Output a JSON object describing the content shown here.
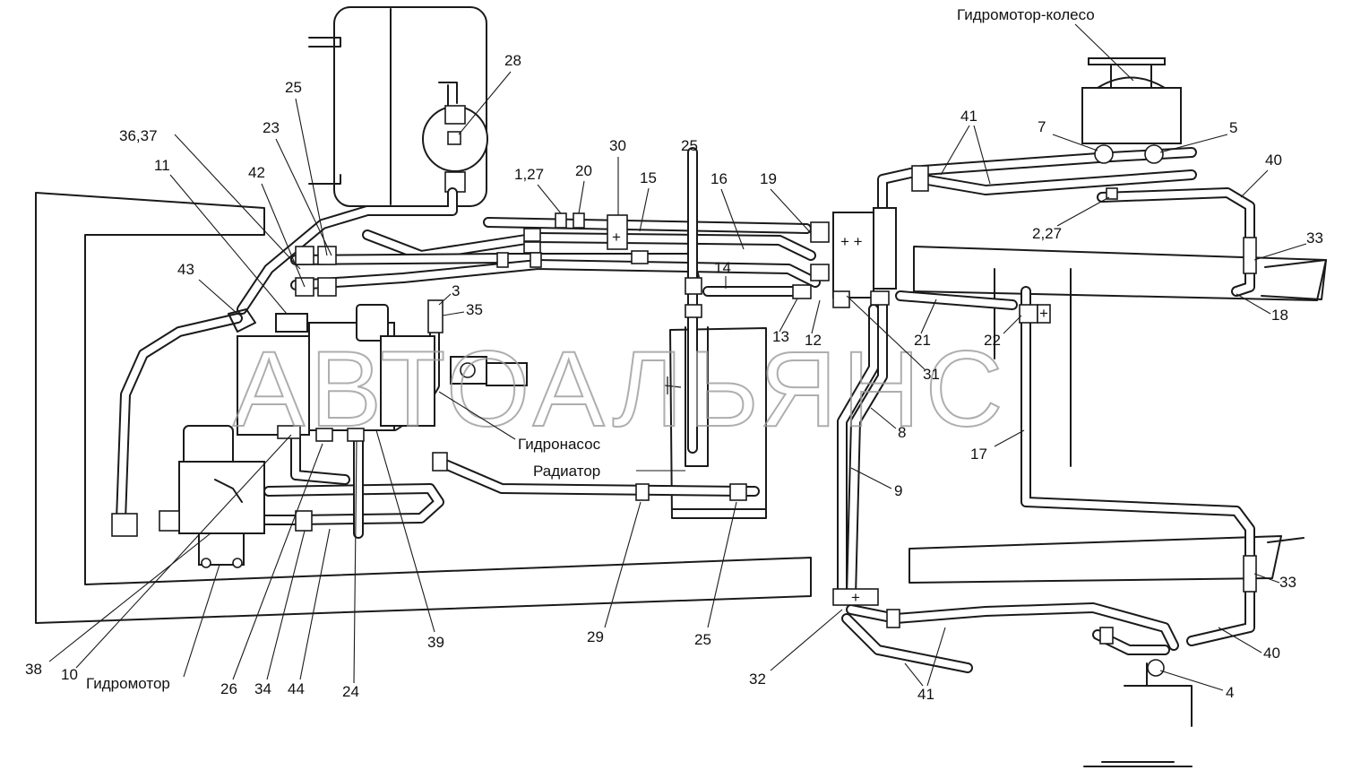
{
  "watermark": "АВТОАЛЬЯНС",
  "components": {
    "wheel_motor": "Гидромотор-колесо",
    "pump": "Гидронасос",
    "radiator": "Радиатор",
    "motor": "Гидромотор"
  },
  "callouts": {
    "c1_27_top": "1,27",
    "c2": "2,27",
    "c3": "3",
    "c4": "4",
    "c5": "5",
    "c7": "7",
    "c8": "8",
    "c9": "9",
    "c10": "10",
    "c11": "11",
    "c12": "12",
    "c13": "13",
    "c14": "14",
    "c15": "15",
    "c16": "16",
    "c17": "17",
    "c18": "18",
    "c19": "19",
    "c20": "20",
    "c21": "21",
    "c22": "22",
    "c23": "23",
    "c24": "24",
    "c25_a": "25",
    "c25_b": "25",
    "c25_c": "25",
    "c26": "26",
    "c28": "28",
    "c29": "29",
    "c30": "30",
    "c31": "31",
    "c32": "32",
    "c33_a": "33",
    "c33_b": "33",
    "c34": "34",
    "c35": "35",
    "c36_37": "36,37",
    "c38": "38",
    "c39": "39",
    "c40_a": "40",
    "c40_b": "40",
    "c41_a": "41",
    "c41_b": "41",
    "c42": "42",
    "c43": "43",
    "c44": "44"
  }
}
